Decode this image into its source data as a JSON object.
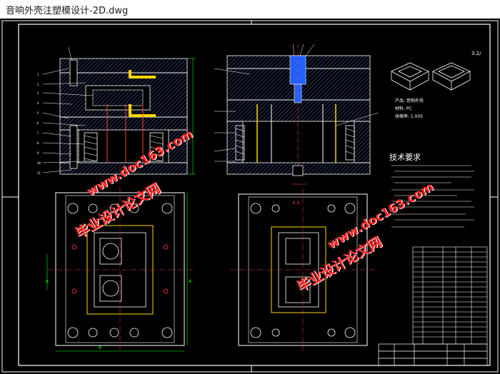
{
  "window": {
    "title": "音响外壳注塑模设计-2D.dwg"
  },
  "drawing": {
    "section_label": "B-B",
    "product_info": [
      "产品: 音响外壳",
      "材料: PC",
      "收缩率: 1.005"
    ],
    "tech_requirements_title": "技术要求",
    "roughness_mark": "3.2/",
    "dimension_labels": [
      "A",
      "A",
      "B",
      "B"
    ]
  },
  "watermarks": {
    "url": "www.doc163.com",
    "site": "毕业设计论文网"
  },
  "colors": {
    "background": "#000000",
    "outline": "#ffffff",
    "dimension": "#00ff00",
    "hatch": "#4b6fc0",
    "centerline": "#ff2020",
    "part": "#ffd700",
    "watermark": "#ff2020"
  }
}
